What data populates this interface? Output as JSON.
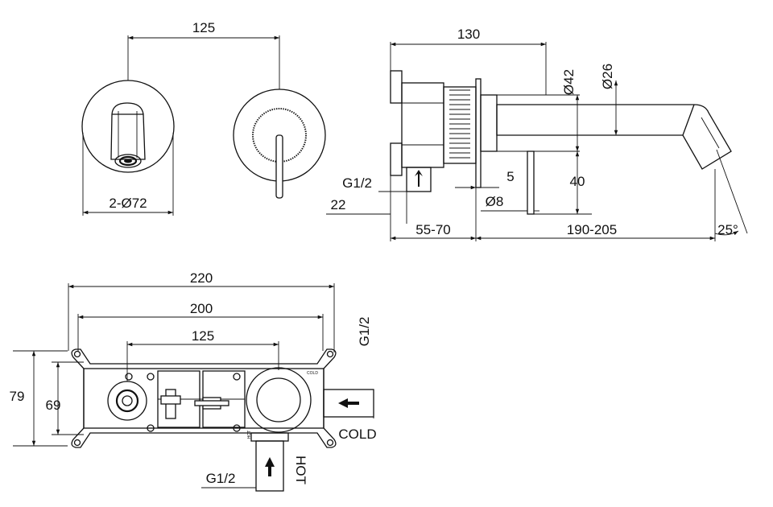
{
  "front_view": {
    "dim_spacing": "125",
    "dim_diameter": "2-Ø72"
  },
  "side_view": {
    "dim_overall_width": "130",
    "dim_plate_diameter": "Ø42",
    "dim_spout_diameter": "Ø26",
    "dim_inlet_thread": "G1/2",
    "dim_plate_thickness": "5",
    "dim_height": "40",
    "dim_offset": "22",
    "dim_handle_diameter": "Ø8",
    "dim_wall_depth": "55-70",
    "dim_spout_reach": "190-205",
    "dim_spout_angle": "25°"
  },
  "body_view": {
    "dim_outer_width": "220",
    "dim_inner_width": "200",
    "dim_center_spacing": "125",
    "dim_outer_height": "79",
    "dim_inner_height": "69",
    "dim_cold_thread": "G1/2",
    "cold_label": "COLD",
    "dim_hot_thread": "G1/2",
    "hot_label": "HOT",
    "small_cold_label": "COLD",
    "small_hot_label": "HOT"
  }
}
